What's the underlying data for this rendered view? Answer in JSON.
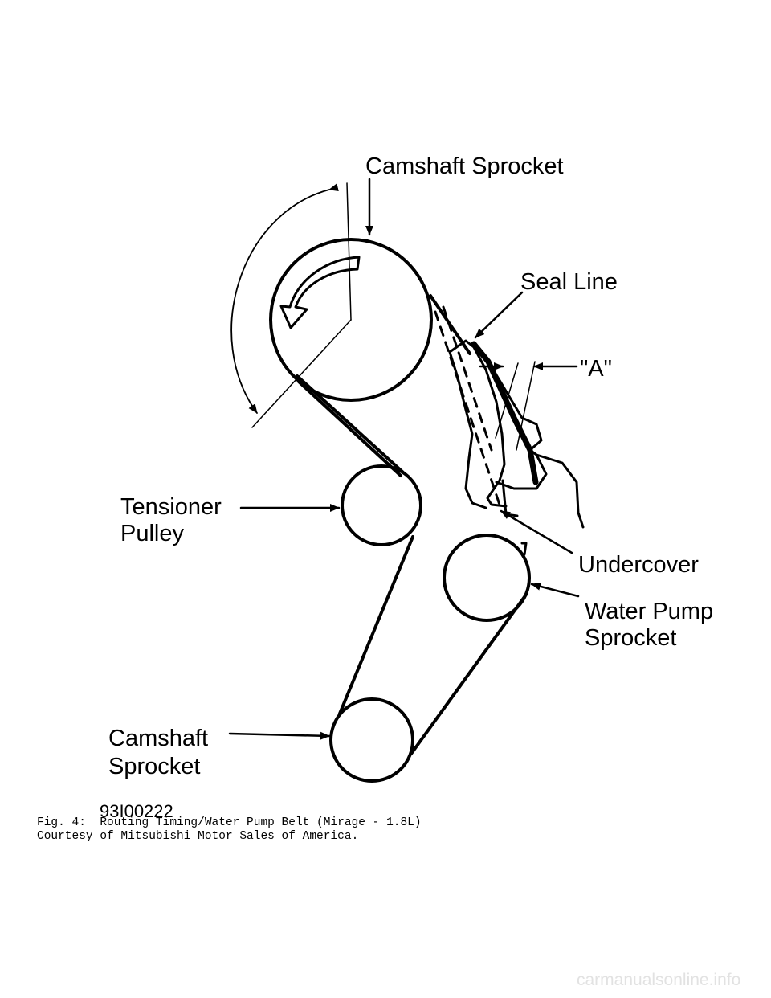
{
  "labels": {
    "camshaft_sprocket_top": "Camshaft Sprocket",
    "seal_line": "Seal Line",
    "a_mark": "\"A\"",
    "tensioner_line1": "Tensioner",
    "tensioner_line2": "Pulley",
    "undercover": "Undercover",
    "water_pump_line1": "Water Pump",
    "water_pump_line2": "Sprocket",
    "camshaft_bottom_line1": "Camshaft",
    "camshaft_bottom_line2": "Sprocket",
    "figure_code": "93I00222"
  },
  "caption": {
    "line1": "Fig. 4:  Routing Timing/Water Pump Belt (Mirage - 1.8L)",
    "line2": "Courtesy of Mitsubishi Motor Sales of America."
  },
  "watermark": "carmanualsonline.info"
}
